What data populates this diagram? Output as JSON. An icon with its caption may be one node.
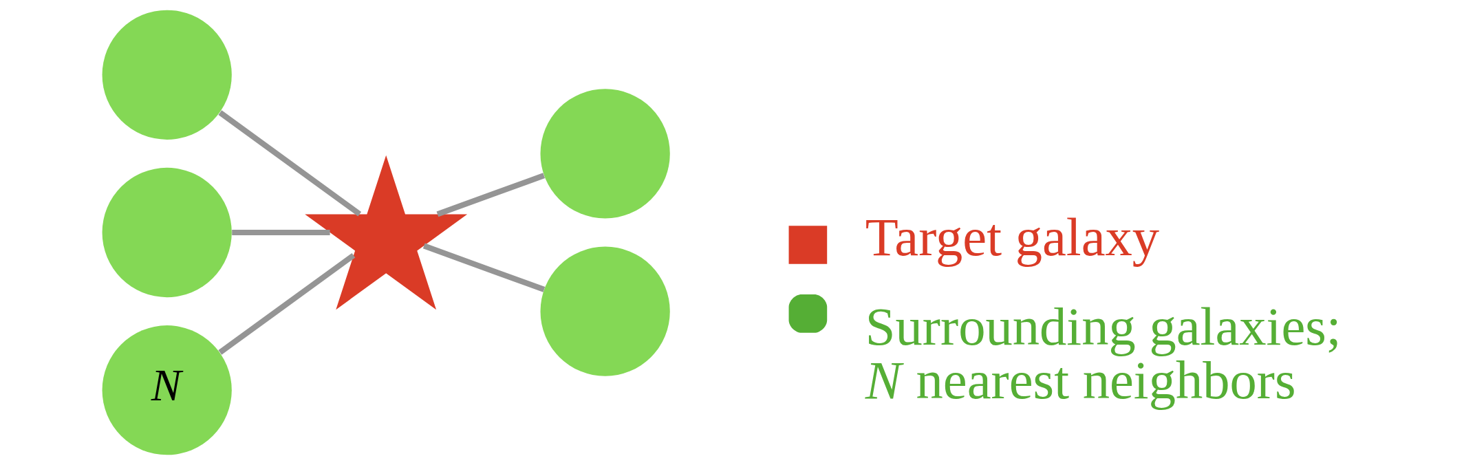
{
  "diagram": {
    "nodes": [
      {
        "text": [],
        "shape": "circle"
      },
      {
        "text": [],
        "shape": "star"
      },
      {
        "text": [],
        "shape": "circle"
      },
      {
        "text": [],
        "shape": "circle"
      },
      {
        "text": [],
        "shape": "circle"
      },
      {
        "text": [
          "N"
        ]
      }
    ],
    "edges": [
      {
        "from": 0,
        "to": 1,
        "arrow": "none"
      },
      {
        "from": 1,
        "to": 2,
        "arrow": "none"
      },
      {
        "from": 3,
        "to": 1,
        "arrow": "none"
      },
      {
        "from": 1,
        "to": 4,
        "arrow": "none"
      },
      {
        "from": 5,
        "to": 1,
        "arrow": "none"
      }
    ],
    "legend": [
      {
        "text": "Target galaxy",
        "color": "#da3b26"
      },
      {
        "text": "Surrounding galaxies; *N* nearest neighbors",
        "color": "#55ae35"
      }
    ]
  }
}
